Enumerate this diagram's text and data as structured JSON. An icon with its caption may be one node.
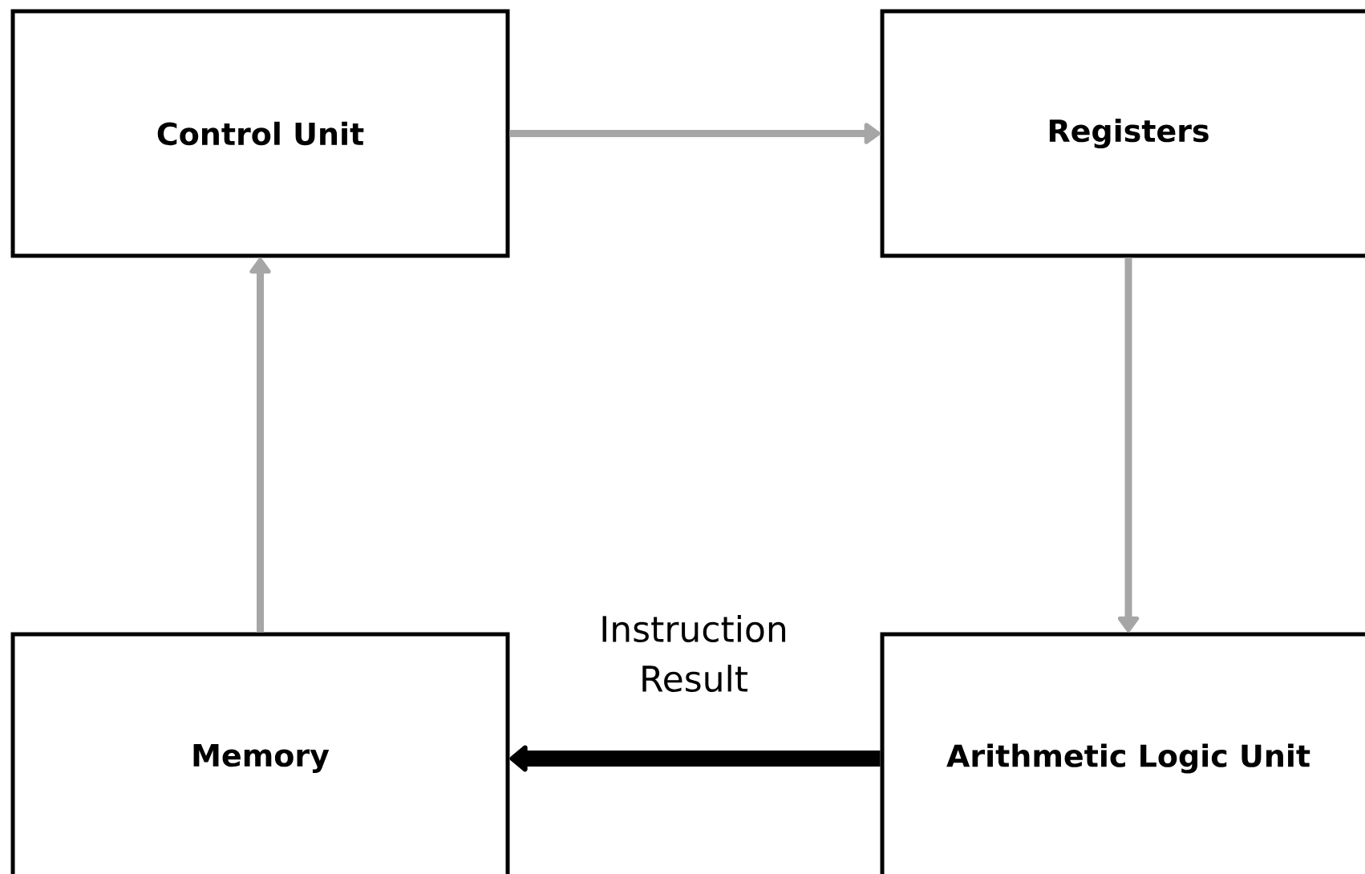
{
  "diagram": {
    "nodes": [
      {
        "text": [
          "Control Unit"
        ]
      },
      {
        "text": [
          "Registers"
        ]
      },
      {
        "text": [
          "Memory"
        ]
      },
      {
        "text": [
          "Arithmetic Logic Unit"
        ]
      }
    ],
    "edges": [
      {
        "from": 0,
        "to": 1,
        "arrow": "to"
      },
      {
        "from": 1,
        "to": 3,
        "arrow": "to"
      },
      {
        "from": 2,
        "to": 0,
        "arrow": "to"
      },
      {
        "from": 3,
        "to": 2,
        "arrow": "to",
        "label": "Instruction Result",
        "style": "thick",
        "color": "#000000"
      }
    ]
  }
}
